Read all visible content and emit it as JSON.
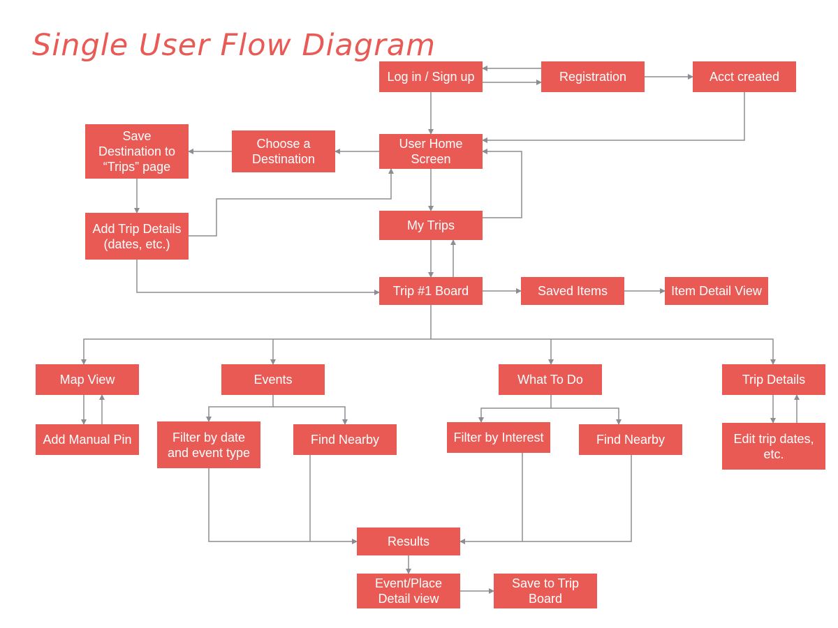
{
  "title": "Single User Flow Diagram",
  "colors": {
    "box": "#E95A55",
    "connector": "#8A8D91",
    "title": "#E95A55"
  },
  "nodes": {
    "login": "Log in / Sign up",
    "registration": "Registration",
    "acct_created": "Acct created",
    "user_home": "User Home\nScreen",
    "choose_destination": "Choose a\nDestination",
    "save_destination": "Save\nDestination to\n“Trips” page",
    "add_trip_details": "Add Trip Details\n(dates, etc.)",
    "my_trips": "My Trips",
    "trip_board": "Trip #1 Board",
    "saved_items": "Saved Items",
    "item_detail": "Item Detail View",
    "map_view": "Map View",
    "add_manual_pin": "Add Manual Pin",
    "events": "Events",
    "filter_date": "Filter by date\nand event type",
    "find_nearby_events": "Find Nearby",
    "what_to_do": "What To Do",
    "filter_interest": "Filter by Interest",
    "find_nearby_todo": "Find Nearby",
    "trip_details": "Trip Details",
    "edit_trip": "Edit trip dates,\netc.",
    "results": "Results",
    "event_detail": "Event/Place\nDetail view",
    "save_to_board": "Save to Trip\nBoard"
  }
}
